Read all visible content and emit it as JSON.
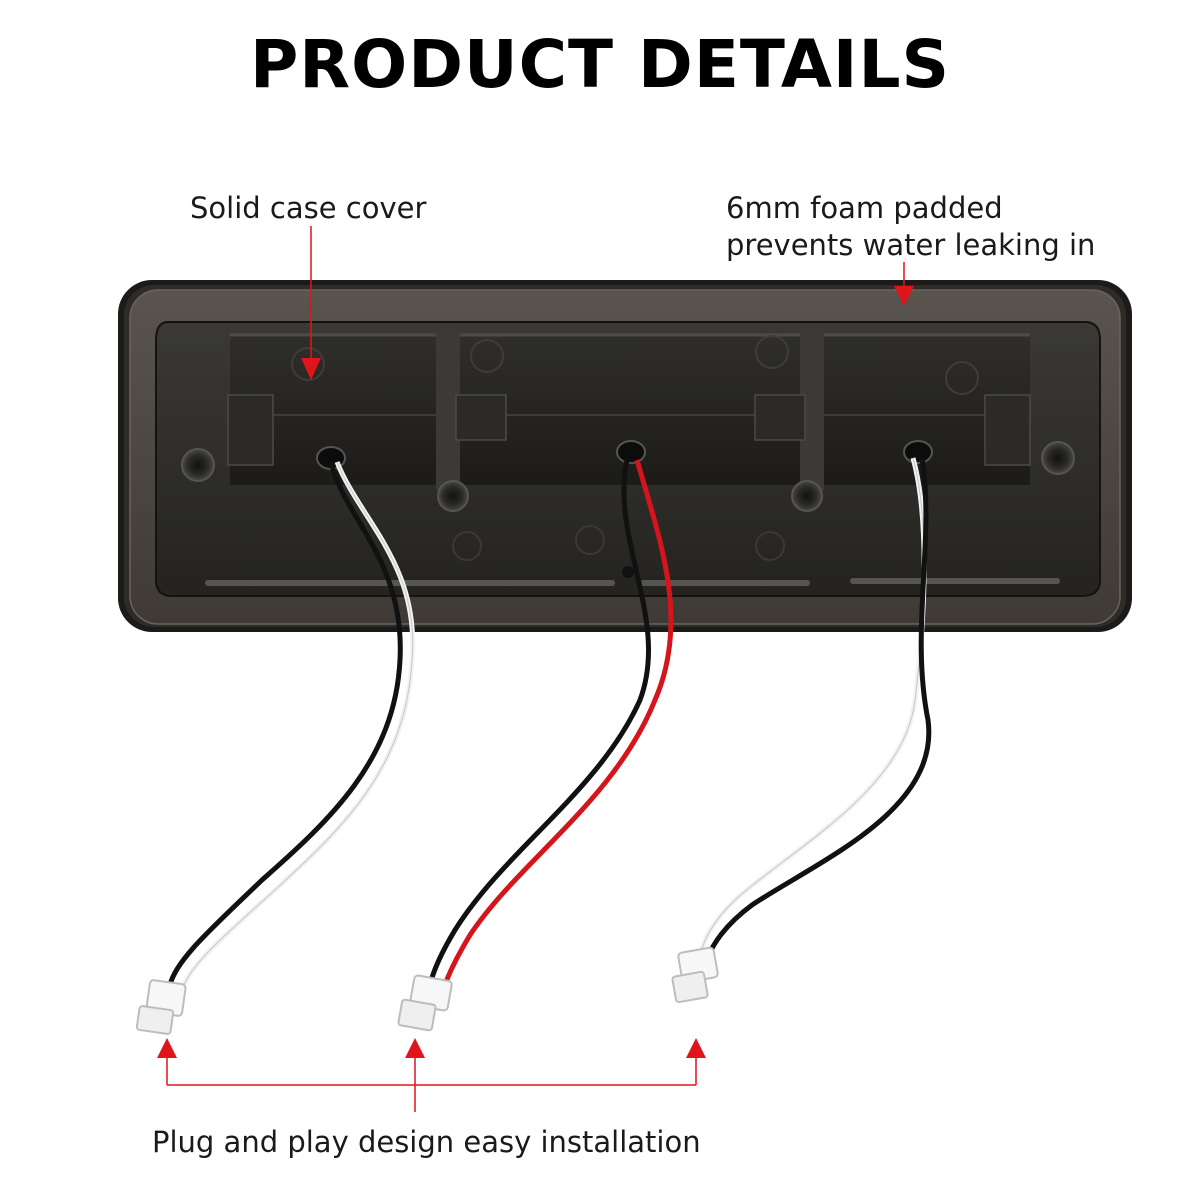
{
  "title": "PRODUCT DETAILS",
  "callouts": {
    "case_cover": "Solid case cover",
    "foam_line1": "6mm foam padded",
    "foam_line2": "prevents water leaking in",
    "plug_and_play": "Plug and play design easy installation"
  },
  "colors": {
    "arrow": "#e0141b",
    "housing": "#2b2a28",
    "foam": "#4a4540",
    "wire_red": "#d4151b",
    "wire_black": "#111111",
    "wire_white": "#f5f5f5"
  }
}
